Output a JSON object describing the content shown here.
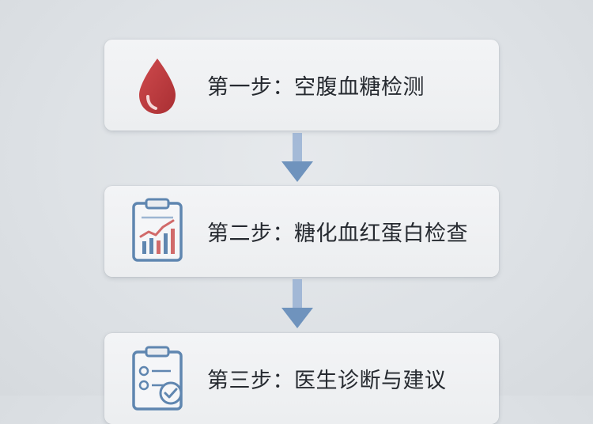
{
  "steps": [
    {
      "label": "第一步：空腹血糖检测",
      "icon": "blood-drop-icon"
    },
    {
      "label": "第二步：糖化血红蛋白检查",
      "icon": "chart-clipboard-icon"
    },
    {
      "label": "第三步：医生诊断与建议",
      "icon": "doctor-checklist-icon"
    }
  ],
  "colors": {
    "drop": "#b83a3d",
    "chart_line": "#d16a6a",
    "chart_bar": "#5f86b0",
    "arrow": "#6f93bd",
    "check": "#5f86b0"
  }
}
